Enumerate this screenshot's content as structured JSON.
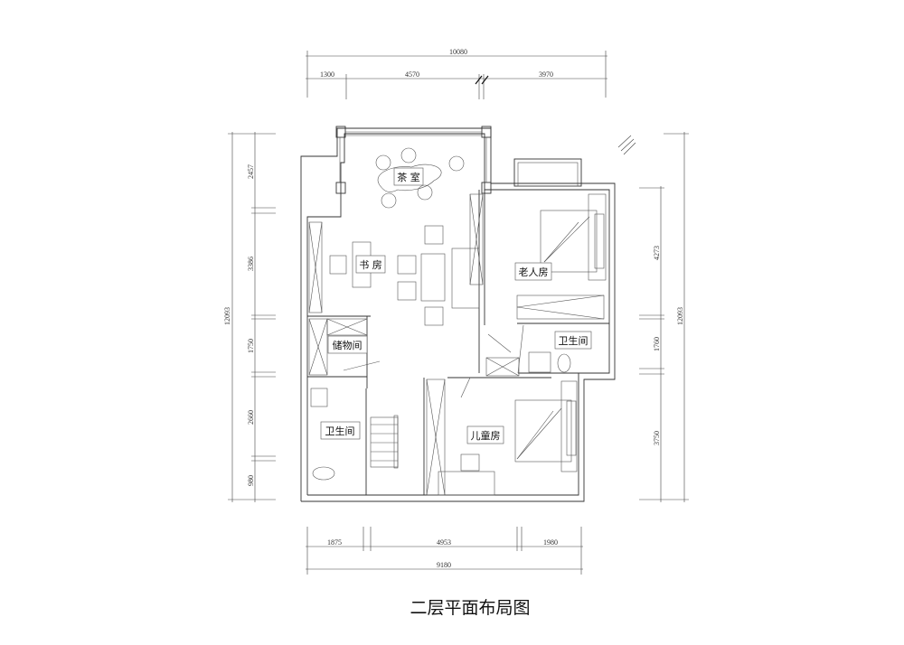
{
  "title": "二层平面布局图",
  "rooms": {
    "tea_room": "茶 室",
    "study": "书 房",
    "elder_bedroom": "老人房",
    "storage": "储物间",
    "bathroom_right": "卫生间",
    "bathroom_left": "卫生间",
    "kids_room": "儿童房"
  },
  "dimensions": {
    "top_total": "10080",
    "top": [
      "1300",
      "4570",
      "3970"
    ],
    "left_total": "12093",
    "left": [
      "2457",
      "3386",
      "1750",
      "2660",
      "980"
    ],
    "right_total": "12093",
    "right": [
      "4273",
      "1760",
      "3750"
    ],
    "bottom_total": "9180",
    "bottom": [
      "1875",
      "4953",
      "1980"
    ]
  }
}
